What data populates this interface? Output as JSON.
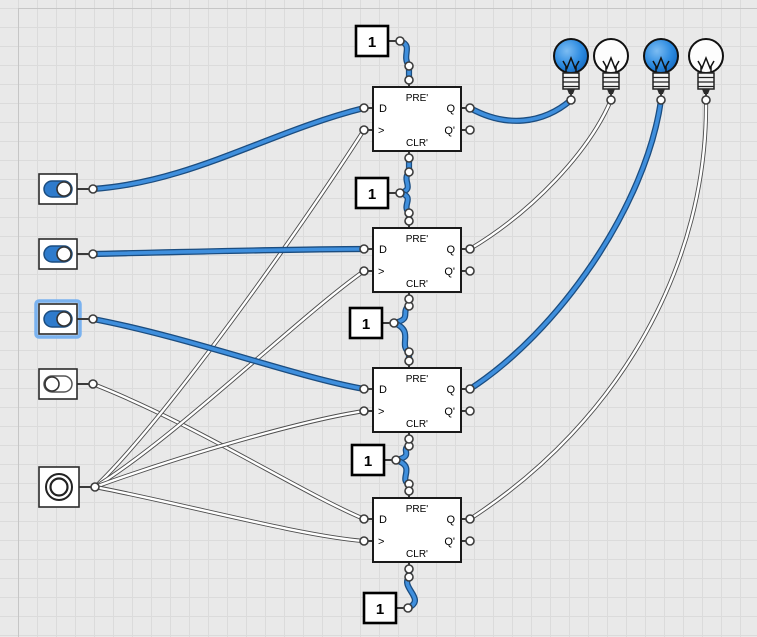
{
  "components": {
    "flipflop_labels": {
      "preset": "PRE'",
      "data_input": "D",
      "clock": ">",
      "clear": "CLR'",
      "q_output": "Q",
      "q_inverted_output": "Q'"
    },
    "constants": [
      {
        "label": "1"
      },
      {
        "label": "1"
      },
      {
        "label": "1"
      },
      {
        "label": "1"
      },
      {
        "label": "1"
      }
    ],
    "bulbs": [
      {
        "state": "on"
      },
      {
        "state": "off"
      },
      {
        "state": "on"
      },
      {
        "state": "off"
      }
    ],
    "switches": [
      {
        "state": "on",
        "selected": "false"
      },
      {
        "state": "on",
        "selected": "false"
      },
      {
        "state": "on",
        "selected": "true"
      },
      {
        "state": "off",
        "selected": "false"
      }
    ],
    "button": {
      "type": "push-button"
    }
  },
  "colors": {
    "background": "#e9e9e9",
    "grid": "#dbdbdb",
    "wire_high": "#3f8fdd",
    "wire_high_outline": "#1b4d80",
    "wire_low": "#ffffff",
    "wire_low_outline": "#4d4d4d",
    "bulb_on": "#1e88e5",
    "switch_on": "#2e7bcc"
  }
}
